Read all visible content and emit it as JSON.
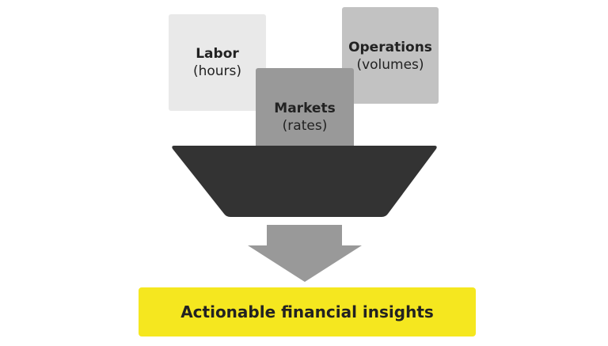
{
  "inputs": {
    "labor": {
      "title": "Labor",
      "sub": "(hours)"
    },
    "operations": {
      "title": "Operations",
      "sub": "(volumes)"
    },
    "markets": {
      "title": "Markets",
      "sub": "(rates)"
    }
  },
  "output": {
    "label": "Actionable financial insights"
  },
  "colors": {
    "labor_fill": "#e9e9e9",
    "operations_fill": "#c2c2c2",
    "markets_fill": "#999999",
    "funnel_fill": "#333333",
    "arrow_fill": "#999999",
    "output_fill": "#f5e71f"
  }
}
